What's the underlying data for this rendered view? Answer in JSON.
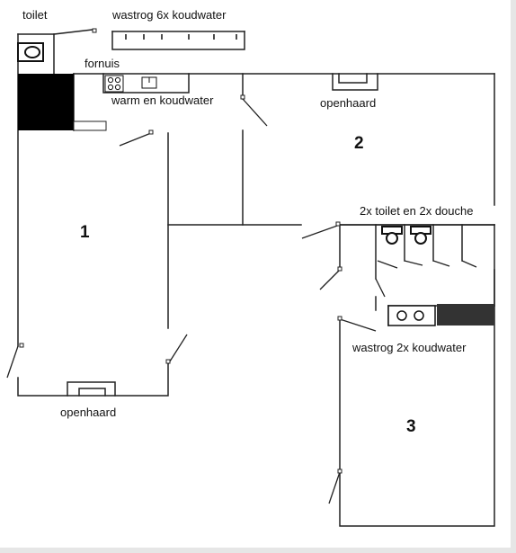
{
  "labels": {
    "toilet": "toilet",
    "sink_6x": "wastrog 6x koudwater",
    "stove": "fornuis",
    "warm_cold": "warm en koudwater",
    "fireplace_top": "openhaard",
    "fireplace_bottom": "openhaard",
    "toilets_showers": "2x toilet en 2x douche",
    "sink_2x": "wastrog 2x koudwater"
  },
  "rooms": {
    "room_1": "1",
    "room_2": "2",
    "room_3": "3"
  }
}
